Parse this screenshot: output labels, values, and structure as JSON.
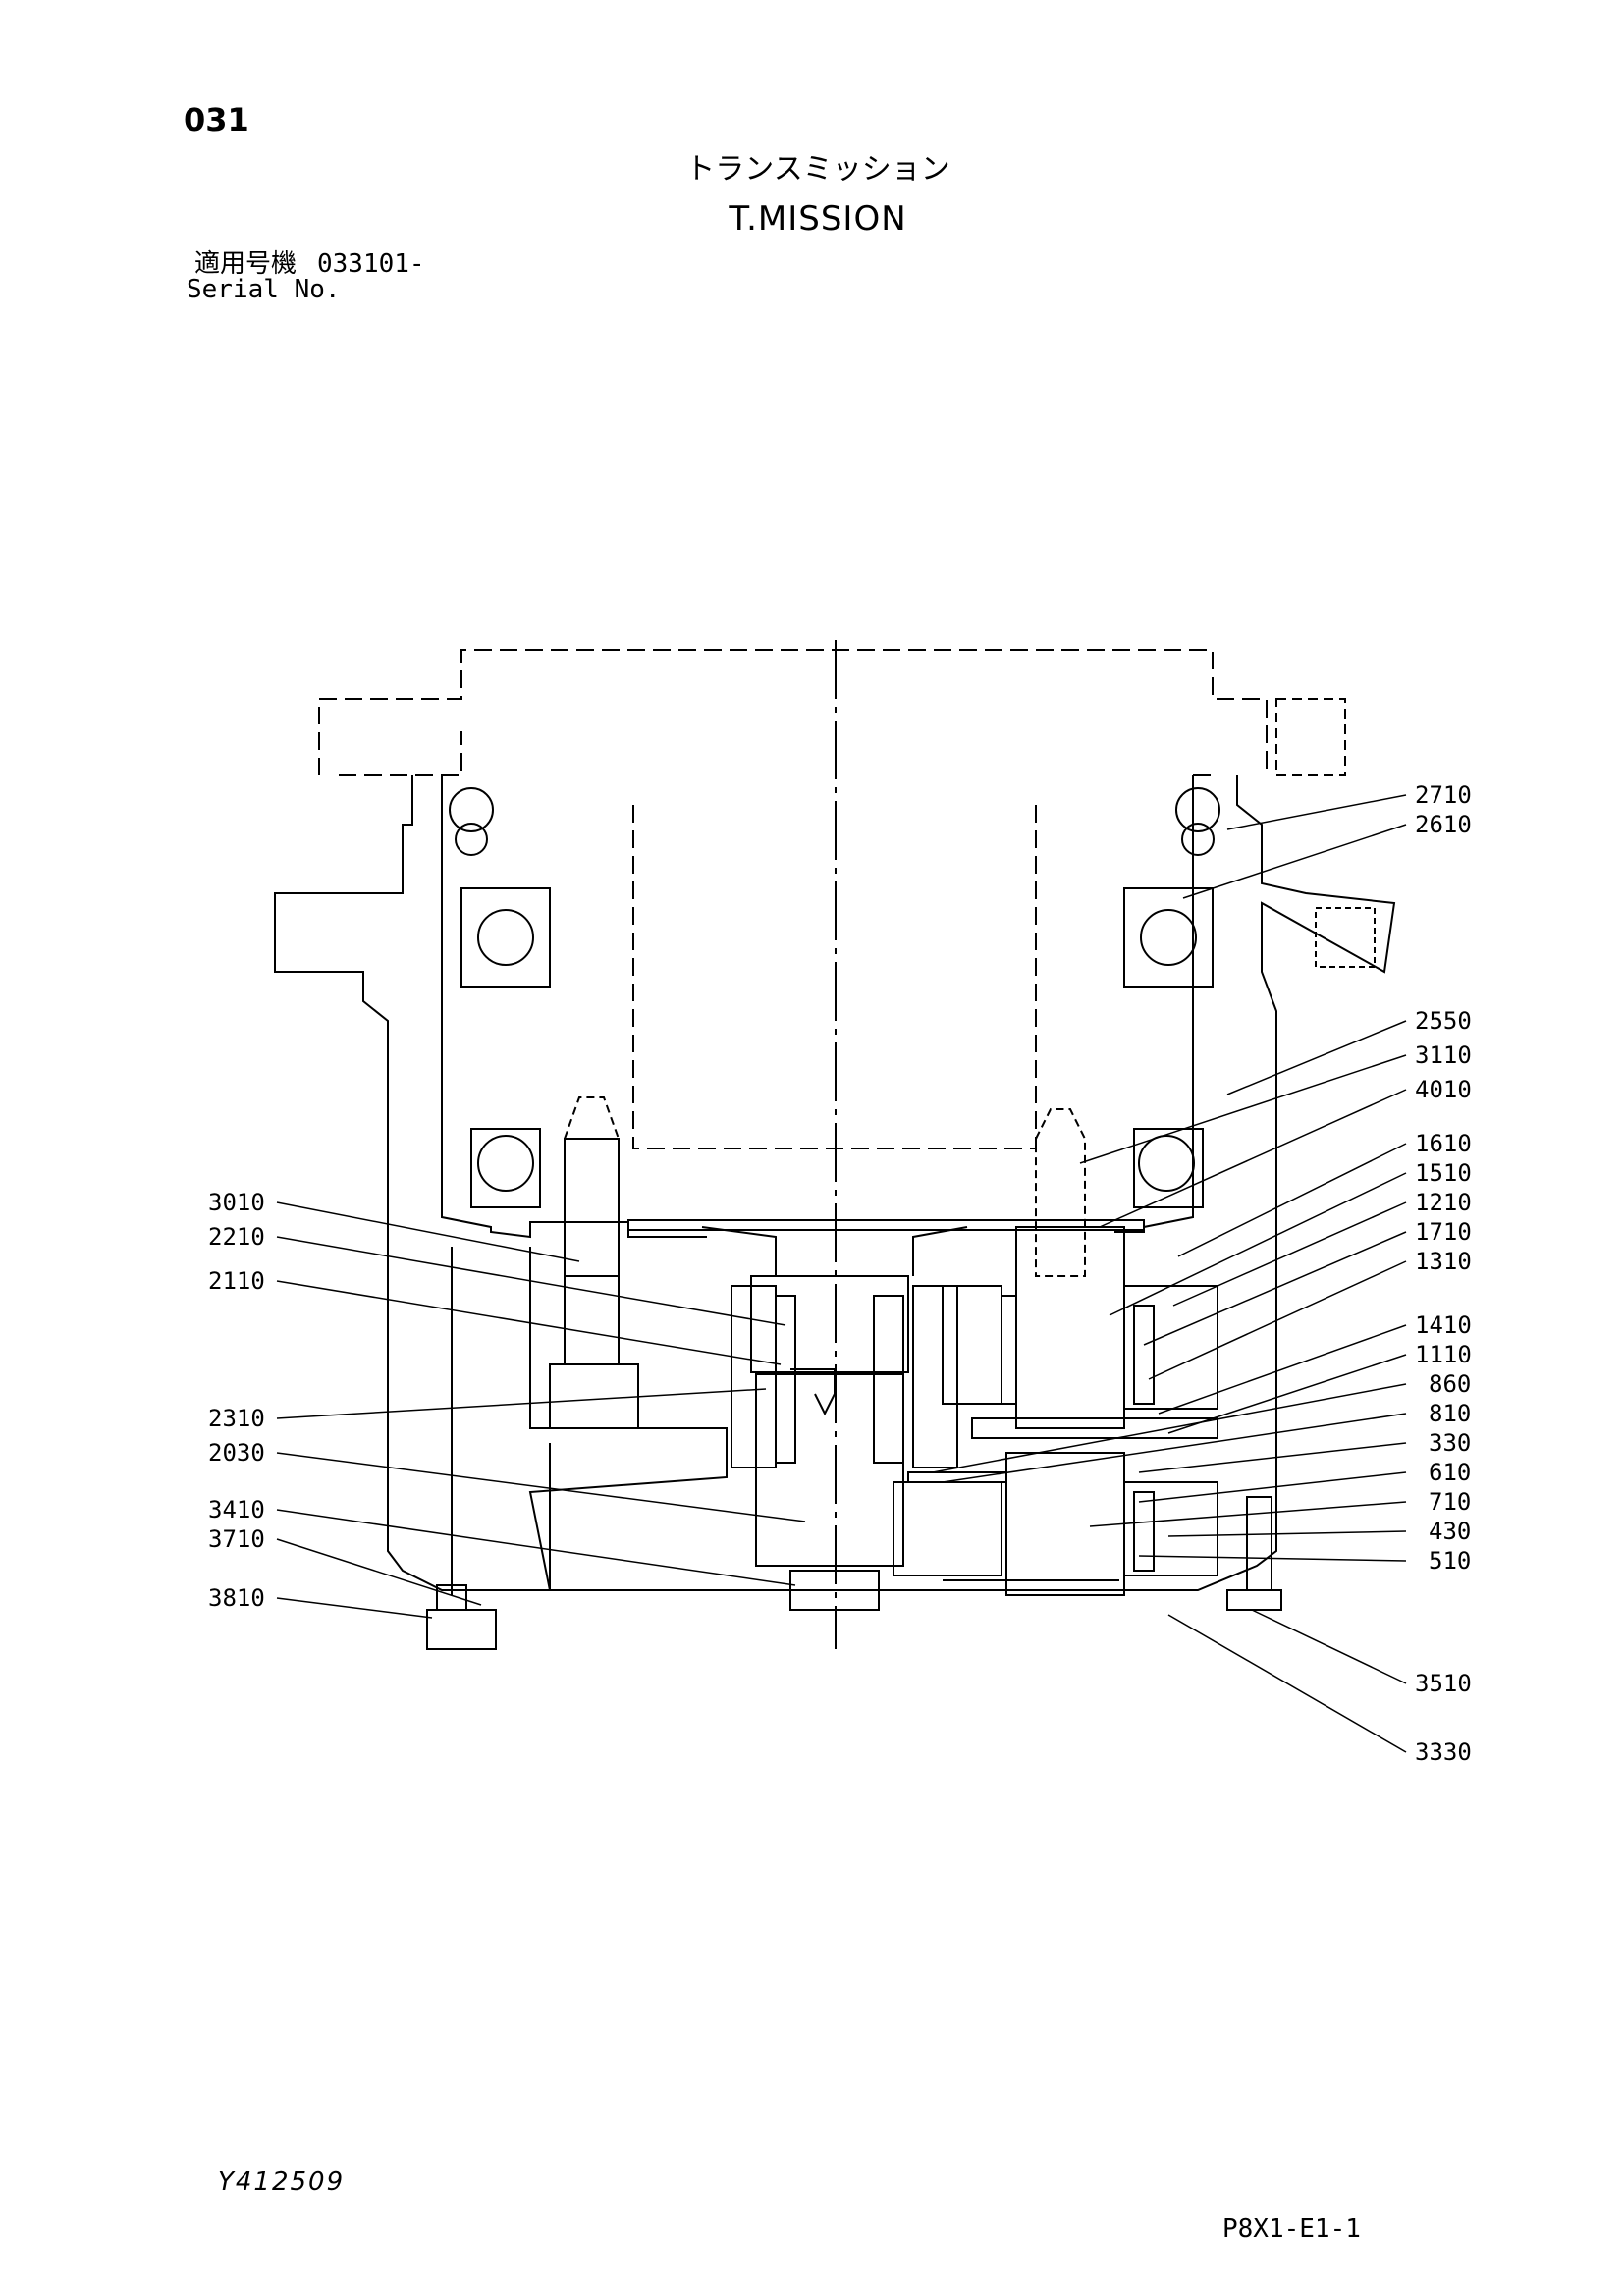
{
  "header": {
    "page_number": "031",
    "title_jp": "トランスミッション",
    "title_en": "T.MISSION"
  },
  "serial": {
    "label_jp": "適用号機",
    "value": "033101-",
    "label_en": "Serial No."
  },
  "callouts": {
    "right": [
      "2710",
      "2610",
      "2550",
      "3110",
      "4010",
      "1610",
      "1510",
      "1210",
      "1710",
      "1310",
      "1410",
      "1110",
      "860",
      "810",
      "330",
      "610",
      "710",
      "430",
      "510",
      "3510",
      "3330"
    ],
    "left": [
      "3010",
      "2210",
      "2110",
      "2310",
      "2030",
      "3410",
      "3710",
      "3810"
    ]
  },
  "footer": {
    "drawing_code": "Y412509",
    "ref_code": "P8X1-E1-1"
  }
}
